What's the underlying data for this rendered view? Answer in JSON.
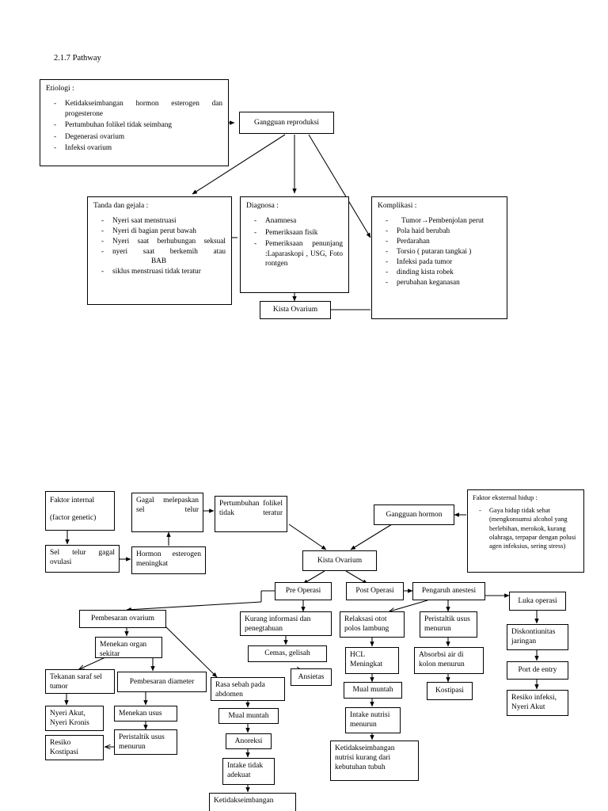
{
  "document": {
    "section_number_title": "2.1.7 Pathway"
  },
  "upper_diagram": {
    "etiologi": {
      "heading": "Etiologi :",
      "items": [
        "Ketidakseimbangan hormon esterogen dan progesterone",
        "Pertumbuhan folikel tidak seimbang",
        "Degenerasi ovarium",
        "Infeksi ovarium"
      ]
    },
    "gangguan_reproduksi": "Gangguan reproduksi",
    "tanda_dan_gejala": {
      "heading": "Tanda dan gejala :",
      "items": [
        "Nyeri saat menstruasi",
        "Nyeri di bagian perut bawah",
        "Nyeri saat berhubungan seksual",
        "nyeri saat berkemih atau",
        "siklus menstruasi tidak teratur"
      ],
      "item4_second_line": "BAB"
    },
    "diagnosa": {
      "heading": "Diagnosa :",
      "items": [
        "Anamnesa",
        "Pemeriksaan fisik",
        "Pemeriksaan penunjang :Laparaskopi , USG, Foto rontgen"
      ]
    },
    "komplikasi": {
      "heading": "Komplikasi :",
      "items": [
        "Tumor→Pembenjolan perut",
        "Pola haid berubah",
        "Perdarahan",
        "Torsio ( putaran tangkai )",
        "Infeksi pada tumor",
        "dinding kista robek",
        "perubahan keganasan"
      ]
    },
    "kista_ovarium": "Kista Ovarium"
  },
  "lower_diagram": {
    "faktor_internal": "Faktor internal\n\n(factor genetic)",
    "faktor_internal_line1": "Faktor internal",
    "faktor_internal_line2": "(factor genetic)",
    "sel_telur_gagal_ovulasi": "Sel telur gagal ovulasi",
    "gagal_melepaskan_sel_telur": "Gagal melepaskan sel telur",
    "hormon_esterogen_meningkat": "Hormon esterogen meningkat",
    "pertumbuhan_folikel_tidak_teratur": "Pertumbuhan folikel tidak teratur",
    "gangguan_hormon": "Gangguan hormon",
    "faktor_eksternal": {
      "heading": "Faktor eksternal hidup :",
      "items": [
        "Gaya hidup tidak sehat (mengkonsumsi alcohol yang berlebihan, merokok, kurang olahraga, terpapar dengan polusi agen infeksius, sering stress)"
      ]
    },
    "kista_ovarium": "Kista Ovarium",
    "pre_operasi": "Pre Operasi",
    "post_operasi": "Post Operasi",
    "pengaruh_anestesi": "Pengaruh anestesi",
    "luka_operasi": "Luka operasi",
    "pembesaran_ovarium": "Pembesaran ovarium",
    "menekan_organ_sekitar": "Menekan organ sekitar",
    "tekanan_saraf_sel_tumor": "Tekanan saraf sel tumor",
    "pembesaran_diameter": "Pembesaran diameter",
    "nyeri_akut_kronis": "Nyeri Akut, Nyeri Kronis",
    "menekan_usus": "Menekan usus",
    "resiko_kostipasi": "Resiko Kostipasi",
    "peristaltik_usus_menurun_kiri": "Peristaltik usus menurun",
    "kurang_informasi": "Kurang informasi dan penegtahuan",
    "cemas_gelisah": "Cemas, gelisah",
    "ansietas": "Ansietas",
    "rasa_sebah_pada_abdomen": "Rasa sebah pada abdomen",
    "mual_muntah_kiri": "Mual muntah",
    "anoreksi": "Anoreksi",
    "intake_tidak_adekuat": "Intake tidak adekuat",
    "ketidakseimbangan_bawah": "Ketidakseimbangan",
    "relaksasi_otot_polos_lambung": "Relaksasi otot polos lambung",
    "hcl_meningkat": "HCL Meningkat",
    "mual_muntah_kanan": "Mual muntah",
    "intake_nutrisi_menurun": "Intake nutrisi menurun",
    "ketidakseimbangan_nutrisi": "Ketidakseimbangan nutrisi kurang dari kebutuhan tubuh",
    "peristaltik_usus_menurun_kanan": "Peristaltik usus menurun",
    "absorbsi_air_di_kolon_menurun": "Absorbsi air di kolon menurun",
    "kostipasi": "Kostipasi",
    "diskontiunitas_jaringan": "Diskontiunitas jaringan",
    "port_de_entry": "Port de entry",
    "resiko_infeksi_nyeri_akut": "Resiko infeksi, Nyeri Akut"
  },
  "colors": {
    "line": "#000000",
    "box_border": "#000000",
    "background": "#ffffff",
    "text": "#000000"
  }
}
